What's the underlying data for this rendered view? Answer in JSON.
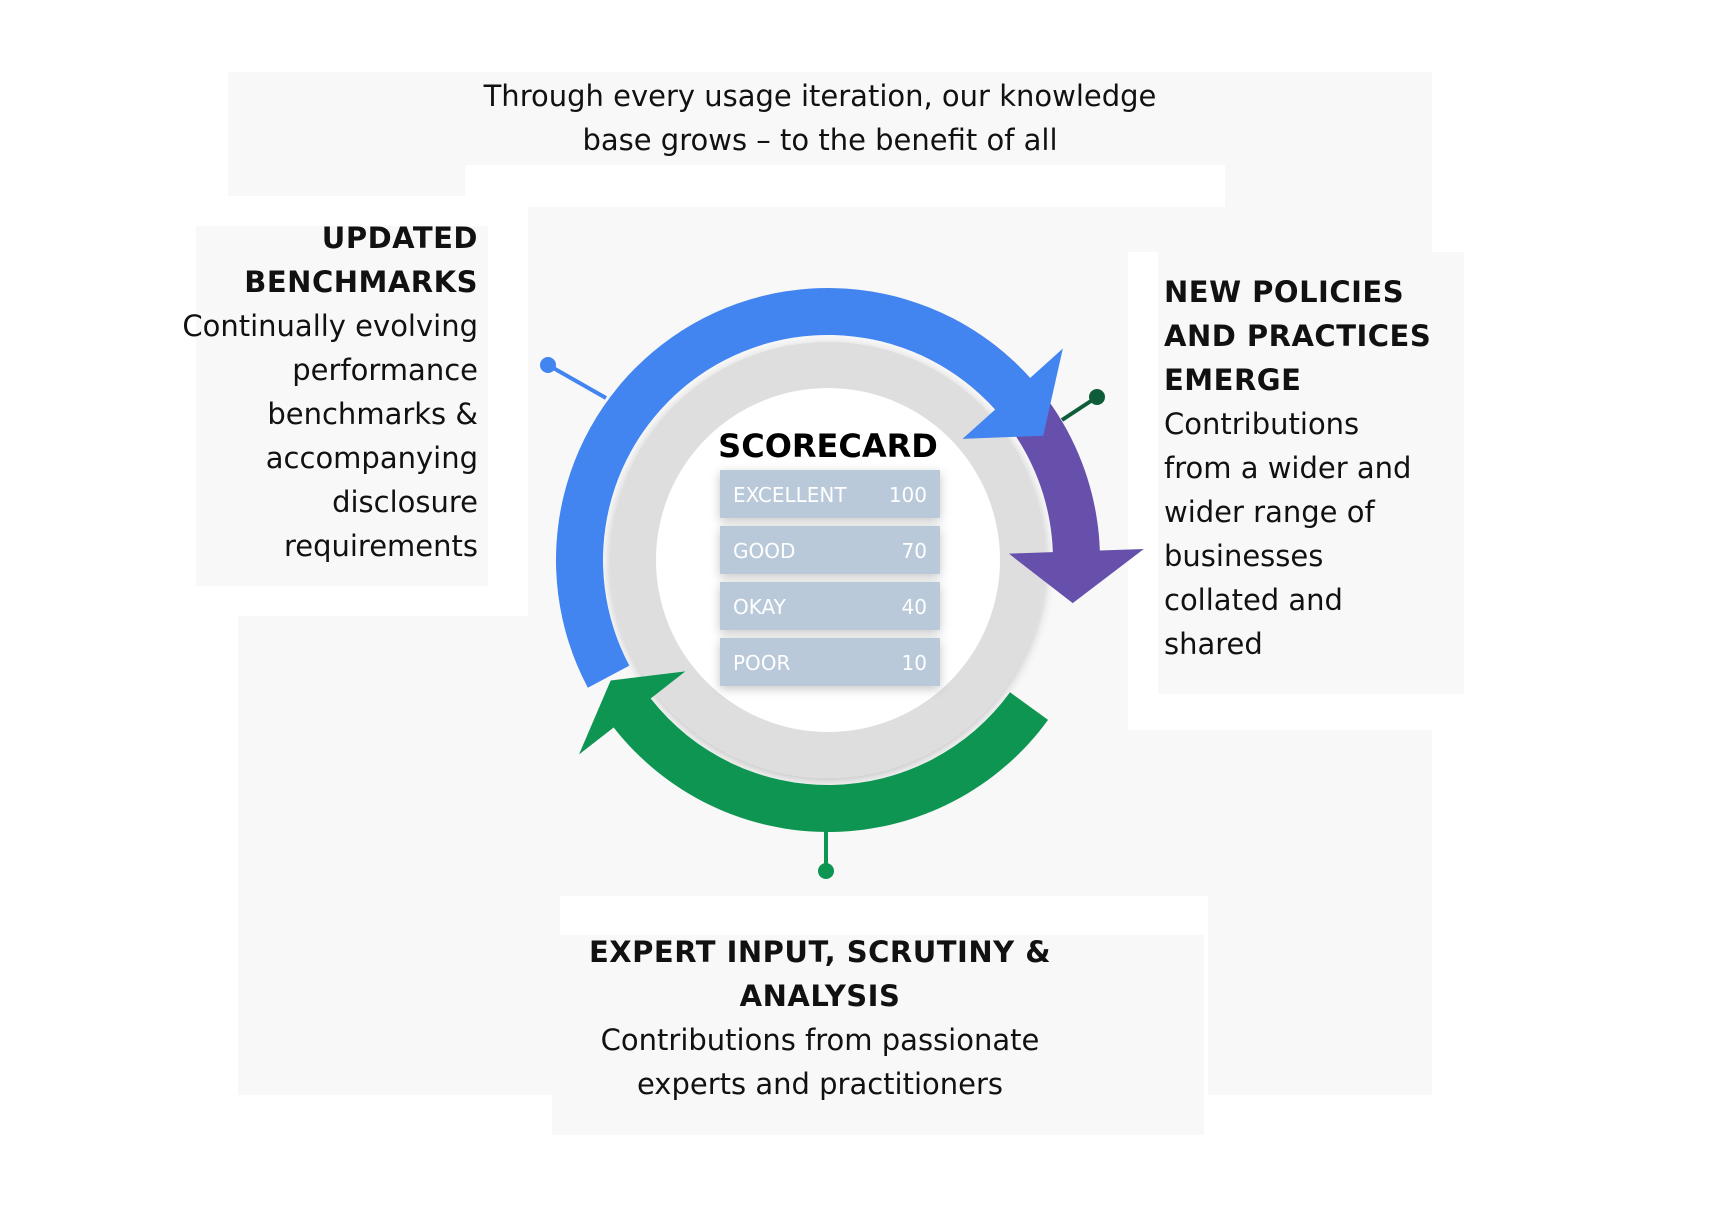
{
  "intro": {
    "line1": "Through every usage iteration, our knowledge",
    "line2": "base grows – to the benefit of all"
  },
  "scorecard": {
    "title": "SCORECARD",
    "rows": [
      {
        "label": "EXCELLENT",
        "value": "100"
      },
      {
        "label": "GOOD",
        "value": "70"
      },
      {
        "label": "OKAY",
        "value": "40"
      },
      {
        "label": "POOR",
        "value": "10"
      }
    ]
  },
  "left_block": {
    "heading_line1": "UPDATED",
    "heading_line2": "BENCHMARKS",
    "body_lines": [
      "Continually evolving",
      "performance",
      "benchmarks &",
      "accompanying",
      "disclosure",
      "requirements"
    ]
  },
  "right_block": {
    "heading_lines": [
      "NEW POLICIES",
      "AND PRACTICES",
      "EMERGE"
    ],
    "body_lines": [
      "Contributions",
      "from a wider and",
      "wider range of",
      "businesses",
      "collated and",
      "shared"
    ]
  },
  "bottom_block": {
    "heading_line1": "EXPERT INPUT, SCRUTINY &",
    "heading_line2": "ANALYSIS",
    "body_line1": "Contributions from passionate",
    "body_line2": "experts and practitioners"
  },
  "colors": {
    "blue": "#4285f0",
    "purple": "#6650ab",
    "green": "#0f9552",
    "dark_green": "#0e5c38",
    "ring_gray": "#dedede",
    "scorecard_row": "#b9c9d9"
  }
}
